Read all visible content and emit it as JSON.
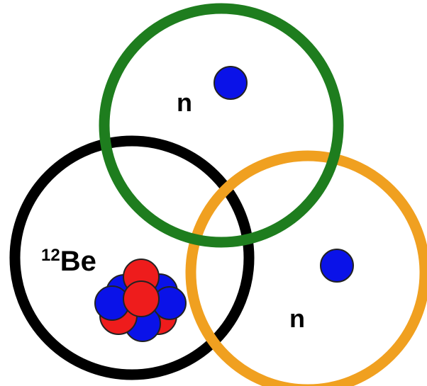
{
  "labels": {
    "neutron_top": "n",
    "neutron_right": "n",
    "core_mass_number": "12",
    "core_symbol": "Be"
  },
  "colors": {
    "core_ring": "#000000",
    "neutron_top_ring": "#1e7d1e",
    "neutron_right_ring": "#f0a020",
    "neutron": "#0a12e8",
    "proton": "#ee1c1c",
    "particle_outline": "#222222"
  },
  "icons": {
    "neutron": "blue-sphere",
    "nucleus": "red-blue-cluster"
  }
}
